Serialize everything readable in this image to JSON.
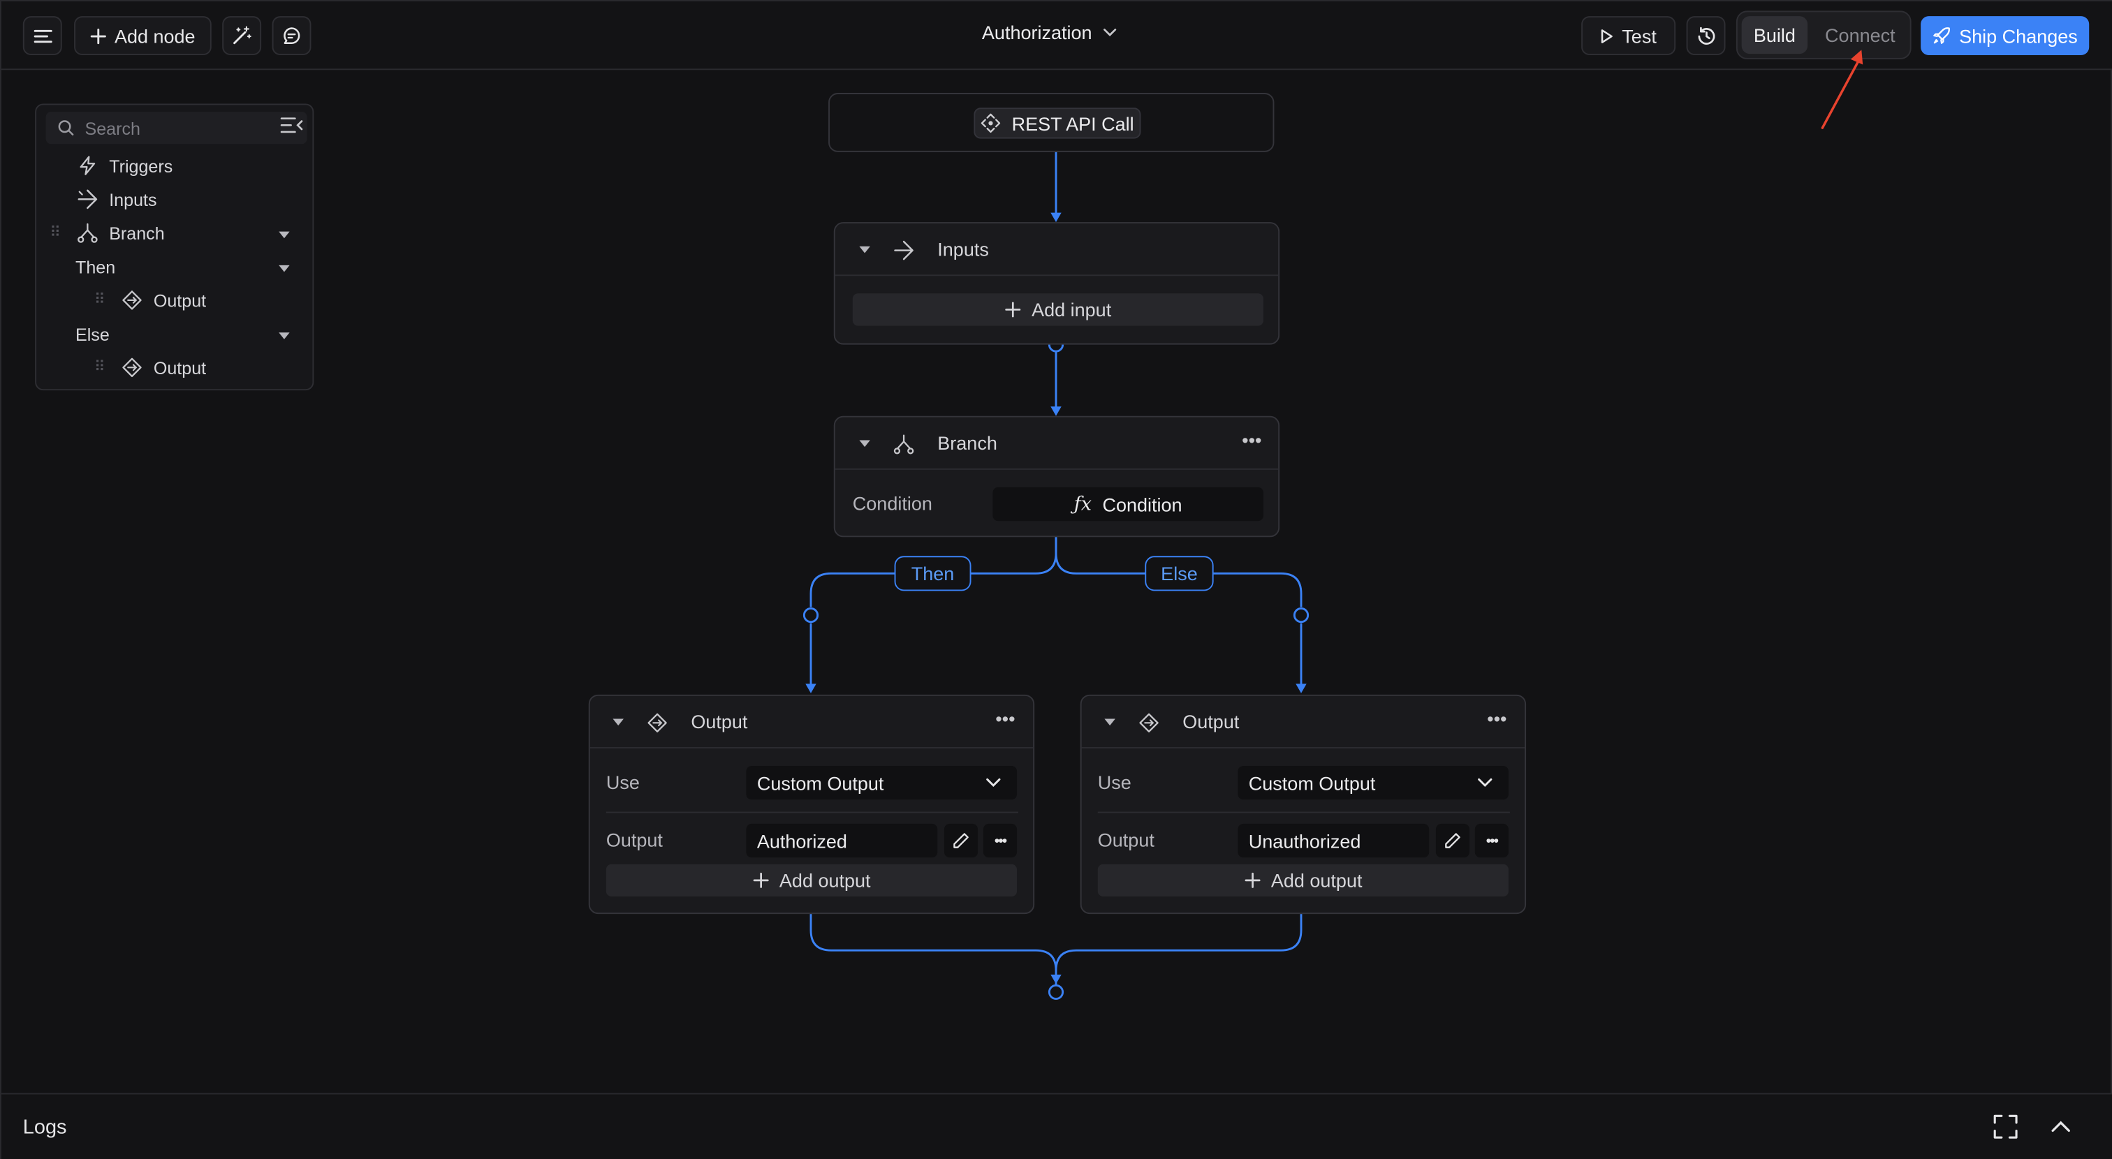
{
  "toolbar": {
    "add_node_label": "Add node",
    "workflow_title": "Authorization",
    "test_label": "Test",
    "build_label": "Build",
    "connect_label": "Connect",
    "ship_label": "Ship Changes"
  },
  "outline": {
    "search_placeholder": "Search",
    "items": [
      {
        "label": "Triggers",
        "icon": "lightning-icon"
      },
      {
        "label": "Inputs",
        "icon": "input-arrow-icon"
      },
      {
        "label": "Branch",
        "icon": "branch-icon"
      },
      {
        "label": "Then"
      },
      {
        "label": "Output",
        "icon": "output-icon"
      },
      {
        "label": "Else"
      },
      {
        "label": "Output",
        "icon": "output-icon"
      }
    ]
  },
  "canvas": {
    "trigger_node": {
      "label": "REST API Call"
    },
    "inputs_node": {
      "title": "Inputs",
      "add_label": "Add input"
    },
    "branch_node": {
      "title": "Branch",
      "condition_label": "Condition",
      "condition_value": "Condition"
    },
    "edge_labels": {
      "then": "Then",
      "else": "Else"
    },
    "output_then": {
      "title": "Output",
      "use_label": "Use",
      "use_value": "Custom Output",
      "output_label": "Output",
      "output_value": "Authorized",
      "add_label": "Add output"
    },
    "output_else": {
      "title": "Output",
      "use_label": "Use",
      "use_value": "Custom Output",
      "output_label": "Output",
      "output_value": "Unauthorized",
      "add_label": "Add output"
    }
  },
  "logs": {
    "label": "Logs"
  },
  "colors": {
    "accent": "#3b82f6",
    "annotation_arrow": "#e8432e",
    "background": "#121214"
  }
}
